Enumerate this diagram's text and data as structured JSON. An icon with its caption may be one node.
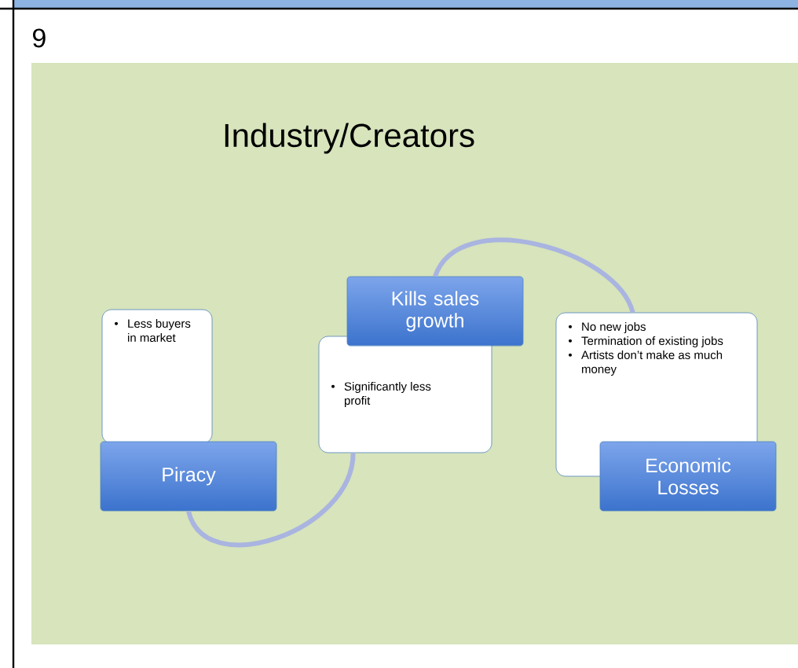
{
  "diagram": {
    "title": "Industry/Creators",
    "nodes": [
      {
        "text": [
          "Less buyers in market"
        ]
      },
      {
        "text": [
          "Piracy"
        ]
      },
      {
        "text": [
          "Kills sales growth"
        ]
      },
      {
        "text": [
          "Significantly less profit"
        ]
      },
      {
        "text": [
          "No new jobs",
          "Termination of existing jobs",
          "Artists don’t make as much money"
        ]
      },
      {
        "text": [
          "Economic Losses"
        ]
      }
    ],
    "edges": [
      {
        "from": 1,
        "to": 3,
        "arrow": "none"
      },
      {
        "from": 2,
        "to": 4,
        "arrow": "none"
      }
    ],
    "labels": [
      "9"
    ]
  }
}
